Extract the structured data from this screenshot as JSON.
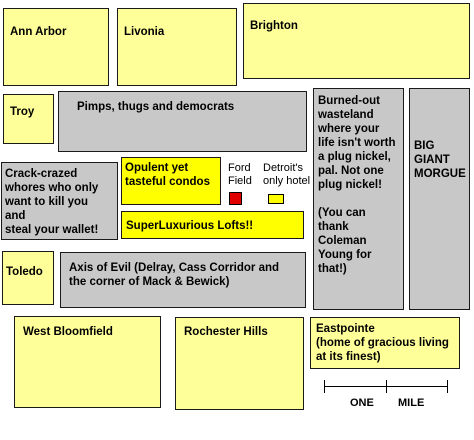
{
  "map": {
    "regions": {
      "ann_arbor": "Ann Arbor",
      "livonia": "Livonia",
      "brighton": "Brighton",
      "troy": "Troy",
      "pimps": "Pimps, thugs and democrats",
      "burned_out": "Burned-out\nwasteland\nwhere your\nlife isn't worth\na plug nickel,\npal.  Not one\nplug nickel!\n\n(You can\nthank\nColeman\nYoung for\nthat!)",
      "morgue": "BIG\nGIANT\nMORGUE",
      "crack": "Crack-crazed\nwhores who only\nwant to kill you and\nsteal your wallet!",
      "condos": "Opulent yet\ntasteful condos",
      "lofts": "SuperLuxurious Lofts!!",
      "toledo": "Toledo",
      "axis": "Axis of Evil  (Delray, Cass Corridor and\nthe corner of Mack & Bewick)",
      "west_bloomfield": "West Bloomfield",
      "rochester_hills": "Rochester Hills",
      "eastpointe": "Eastpointe\n(home of gracious living\nat its finest)"
    },
    "landmarks": {
      "ford_field": "Ford\nField",
      "detroit_hotel": "Detroit's\nonly hotel"
    },
    "colors": {
      "ford_field": "#e00000",
      "detroit_hotel": "#ffff00"
    },
    "scale": {
      "left_label": "ONE",
      "right_label": "MILE"
    }
  }
}
